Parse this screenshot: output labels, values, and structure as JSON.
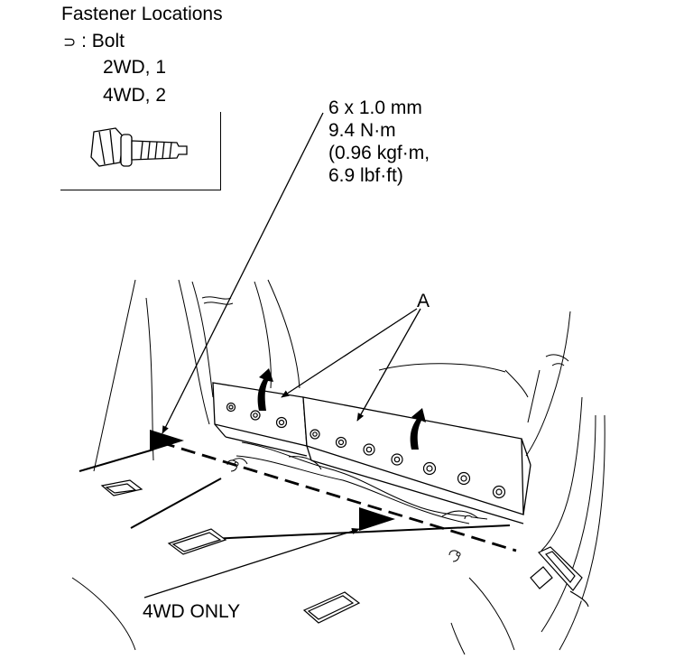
{
  "title": "Fastener Locations",
  "legend": {
    "symbol": "⊃",
    "separator": " : ",
    "label": "Bolt",
    "counts": [
      "2WD, 1",
      "4WD, 2"
    ]
  },
  "spec": {
    "size": "6 x 1.0 mm",
    "torque_nm": "9.4 N·m",
    "torque_kgf": "(0.96 kgf·m,",
    "torque_lbf": "6.9 lbf·ft)"
  },
  "callout_a": "A",
  "note_4wd": "4WD ONLY"
}
